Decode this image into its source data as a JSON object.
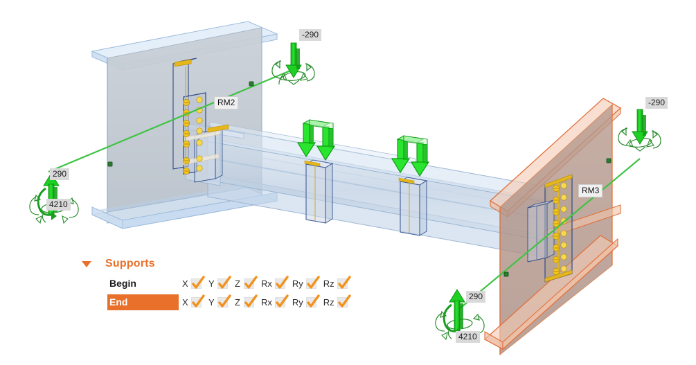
{
  "app": {
    "view_title": "3D structural model viewport",
    "background_color": "#ffffff"
  },
  "model": {
    "beams": [
      {
        "id": "left-column",
        "label": "",
        "color": "#c3d4e8",
        "state": "normal"
      },
      {
        "id": "center-beam",
        "label": "",
        "color": "#c8d6e8",
        "state": "normal"
      },
      {
        "id": "right-column",
        "label": "",
        "color": "#e8a07a",
        "state": "selected"
      }
    ],
    "connections": [
      {
        "name": "RM2",
        "type": "moment-connection",
        "bolt_color": "#f2c521"
      },
      {
        "name": "RM3",
        "type": "moment-connection",
        "bolt_color": "#f2c521"
      }
    ]
  },
  "labels": {
    "rm2": "RM2",
    "rm3": "RM3",
    "load_top_left": "-290",
    "load_top_right": "-290",
    "reaction_left_force": "290",
    "reaction_left_moment": "4210",
    "reaction_right_force": "290",
    "reaction_right_moment": "4210"
  },
  "colors": {
    "accent_orange": "#E8702A",
    "load_green": "#16c21a",
    "axis_green": "#35c03a",
    "bolt_yellow": "#f2c521",
    "selected_beam": "#e8a07a",
    "normal_beam": "#b9cde4",
    "tag_background": "#d9d9d9",
    "checkbox_background": "#e9e9e9"
  },
  "supports": {
    "title": "Supports",
    "expanded": true,
    "collapse_icon": "triangle-down-icon",
    "dof_names": [
      "X",
      "Y",
      "Z",
      "Rx",
      "Ry",
      "Rz"
    ],
    "rows": [
      {
        "label": "Begin",
        "selected": false,
        "checked": [
          true,
          true,
          true,
          true,
          true,
          true
        ]
      },
      {
        "label": "End",
        "selected": true,
        "checked": [
          true,
          true,
          true,
          true,
          true,
          true
        ]
      }
    ]
  }
}
